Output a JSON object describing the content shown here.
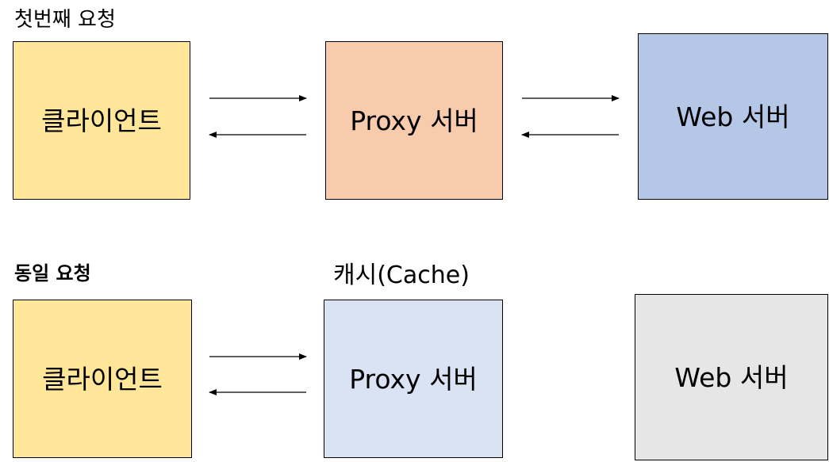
{
  "row1": {
    "heading": "첫번째 요청",
    "client_label": "클라이언트",
    "proxy_label": "Proxy 서버",
    "web_label": "Web 서버"
  },
  "row2": {
    "heading": "동일 요청",
    "cache_label": "캐시(Cache)",
    "client_label": "클라이언트",
    "proxy_label": "Proxy 서버",
    "web_label": "Web 서버"
  },
  "colors": {
    "client_fill": "#FFE699",
    "proxy_first_fill": "#F8CBAD",
    "web_first_fill": "#B4C7E7",
    "proxy_cache_fill": "#DAE3F3",
    "web_idle_fill": "#E7E6E6",
    "stroke": "#000000"
  }
}
